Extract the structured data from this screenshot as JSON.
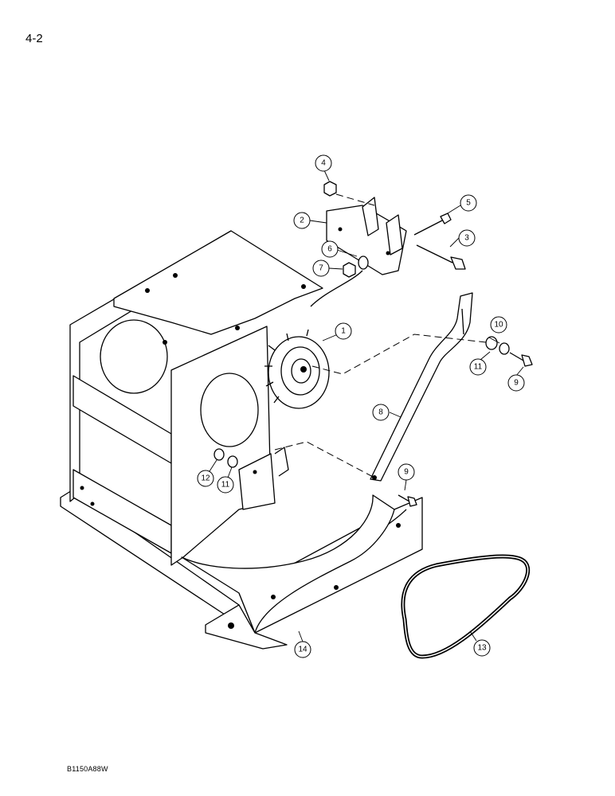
{
  "page_number": "4-2",
  "figure_code": "B1150A88W",
  "callouts": [
    "1",
    "2",
    "3",
    "4",
    "5",
    "6",
    "7",
    "8",
    "9",
    "9",
    "10",
    "11",
    "11",
    "12",
    "13",
    "14"
  ]
}
